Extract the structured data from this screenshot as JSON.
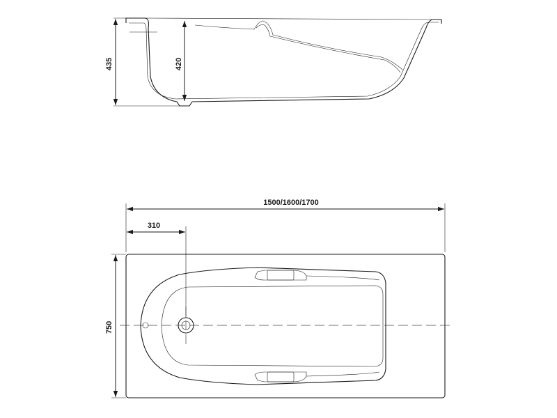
{
  "side_view": {
    "dim_overall_height": "435",
    "dim_inner_depth": "420"
  },
  "top_view": {
    "dim_length": "1500/1600/1700",
    "dim_drain_offset": "310",
    "dim_width": "750"
  }
}
